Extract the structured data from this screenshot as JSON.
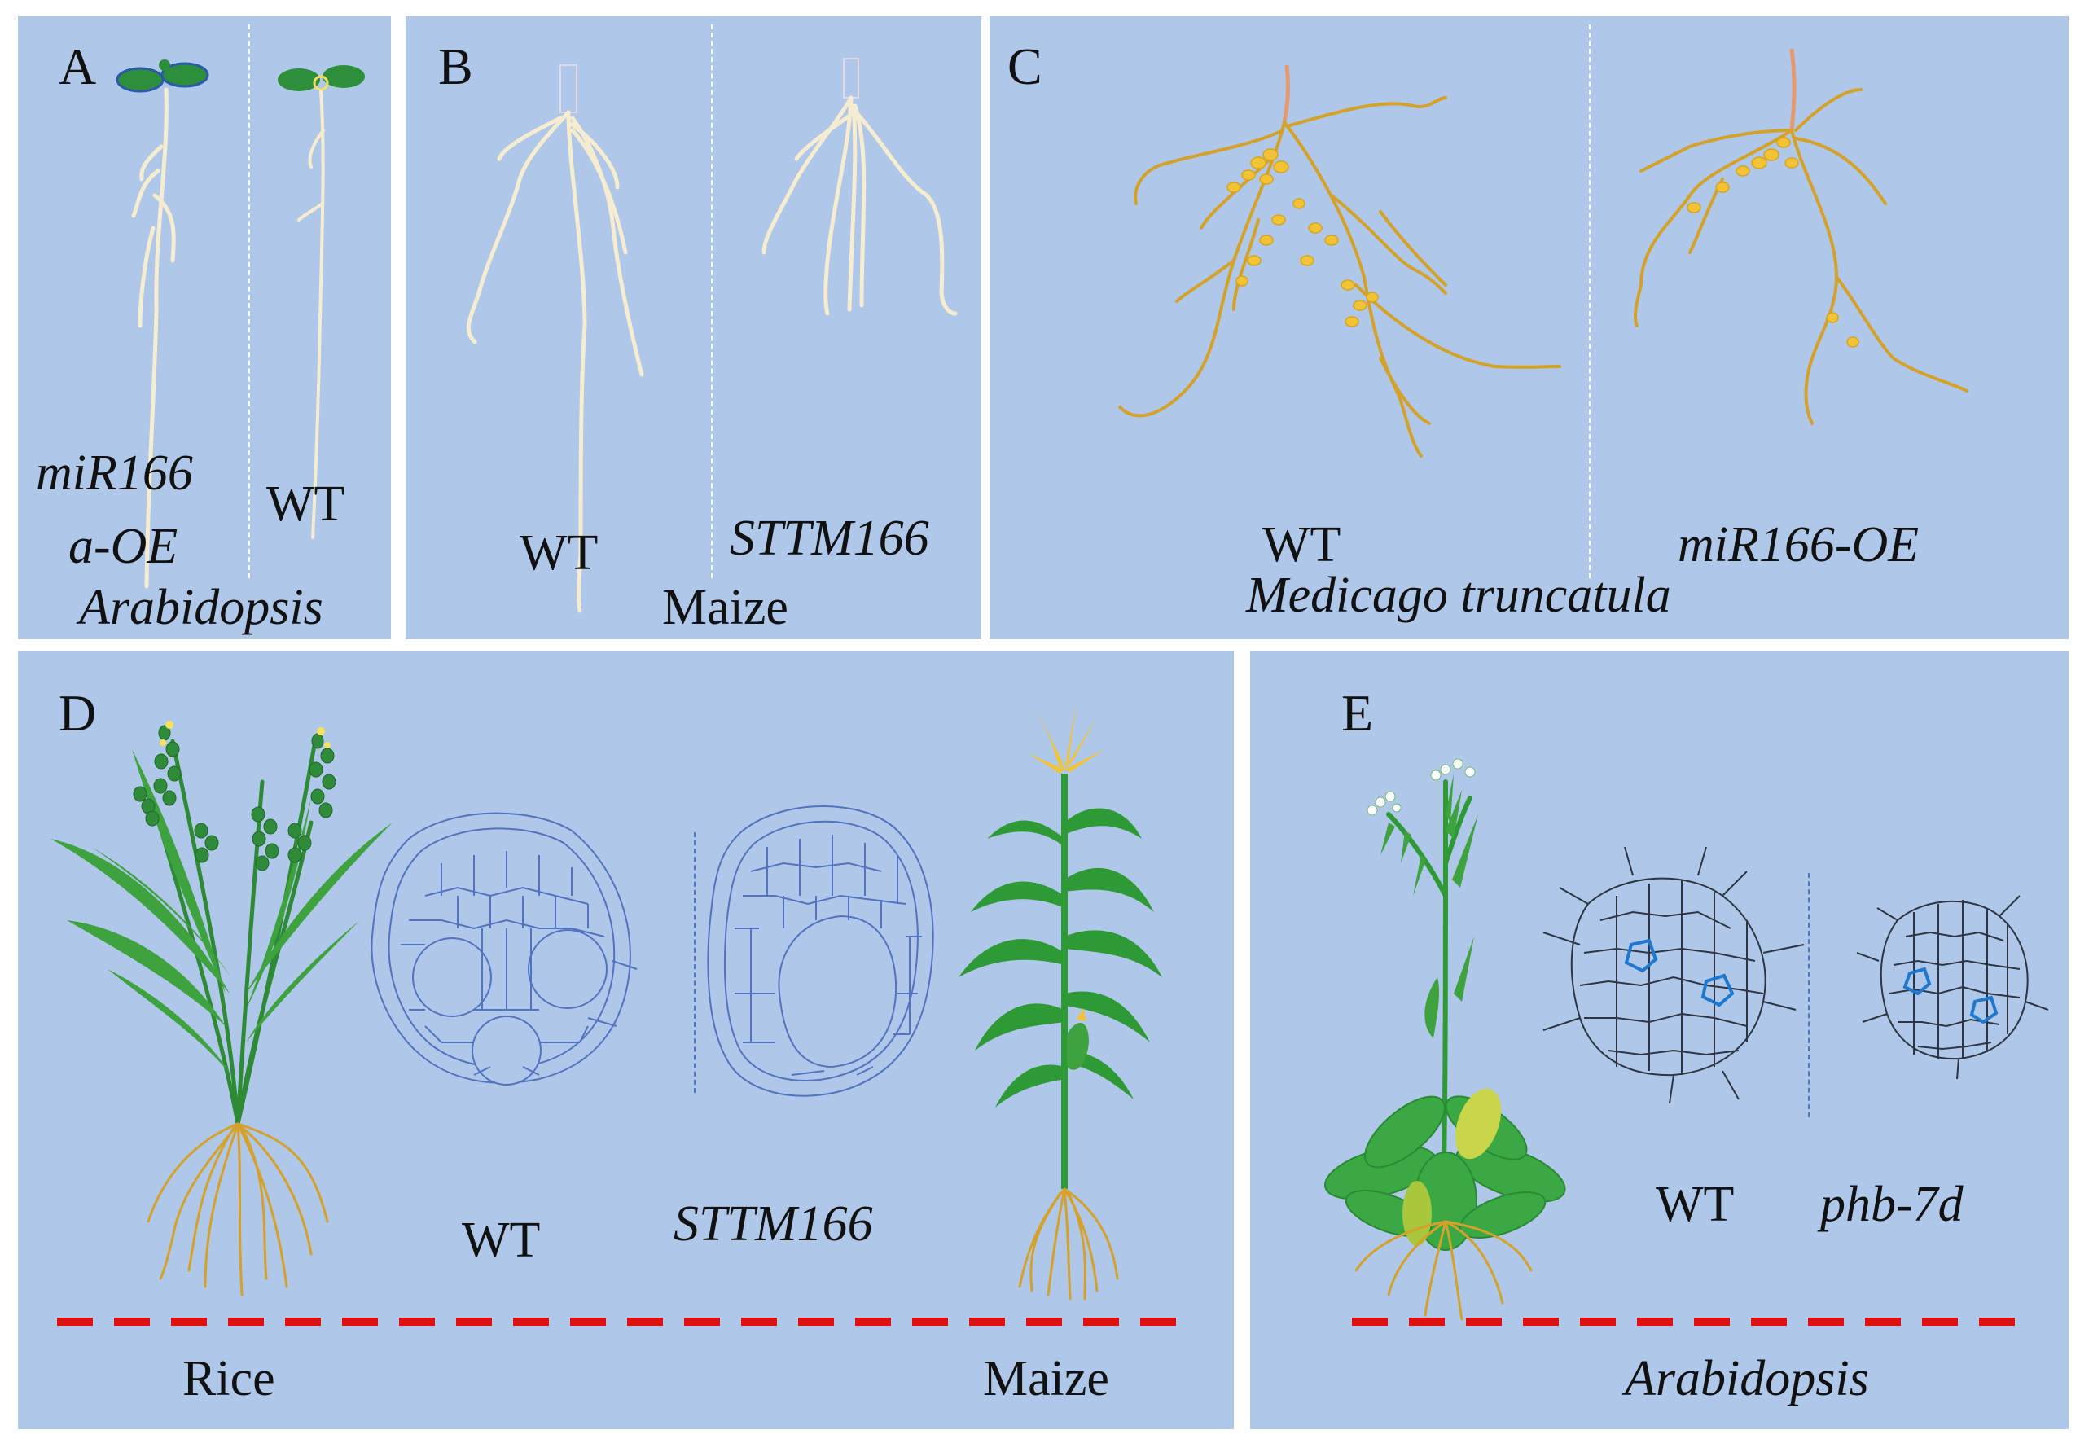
{
  "panels": {
    "A": {
      "letter": "A",
      "left_label_1": "miR166",
      "left_label_2": "a-OE",
      "right_label": "WT",
      "species": "Arabidopsis"
    },
    "B": {
      "letter": "B",
      "left_label": "WT",
      "right_label": "STTM166",
      "species": "Maize"
    },
    "C": {
      "letter": "C",
      "left_label": "WT",
      "right_label": "miR166-OE",
      "species": "Medicago truncatula"
    },
    "D": {
      "letter": "D",
      "section_left": "WT",
      "section_right": "STTM166",
      "species_left": "Rice",
      "species_right": "Maize"
    },
    "E": {
      "letter": "E",
      "section_left": "WT",
      "section_right": "phb-7d",
      "species": "Arabidopsis"
    }
  },
  "colors": {
    "panel_bg": "#afc7e9",
    "root_pale": "#f6ecd0",
    "root_golden": "#d4a22a",
    "nodule": "#f2c335",
    "leaf_green": "#2e9a36",
    "cell_outline_blue": "#5273bf",
    "cell_outline_dark": "#2d3540",
    "xylem_blue": "#1f78d0",
    "ground_line_red": "#e01010",
    "divider_white": "#ffffff"
  },
  "icons": [
    "seedling-icon",
    "root-system-icon",
    "nodulated-root-icon",
    "rice-plant-icon",
    "maize-plant-icon",
    "arabidopsis-plant-icon",
    "root-cross-section-icon",
    "stele-cross-section-icon"
  ]
}
